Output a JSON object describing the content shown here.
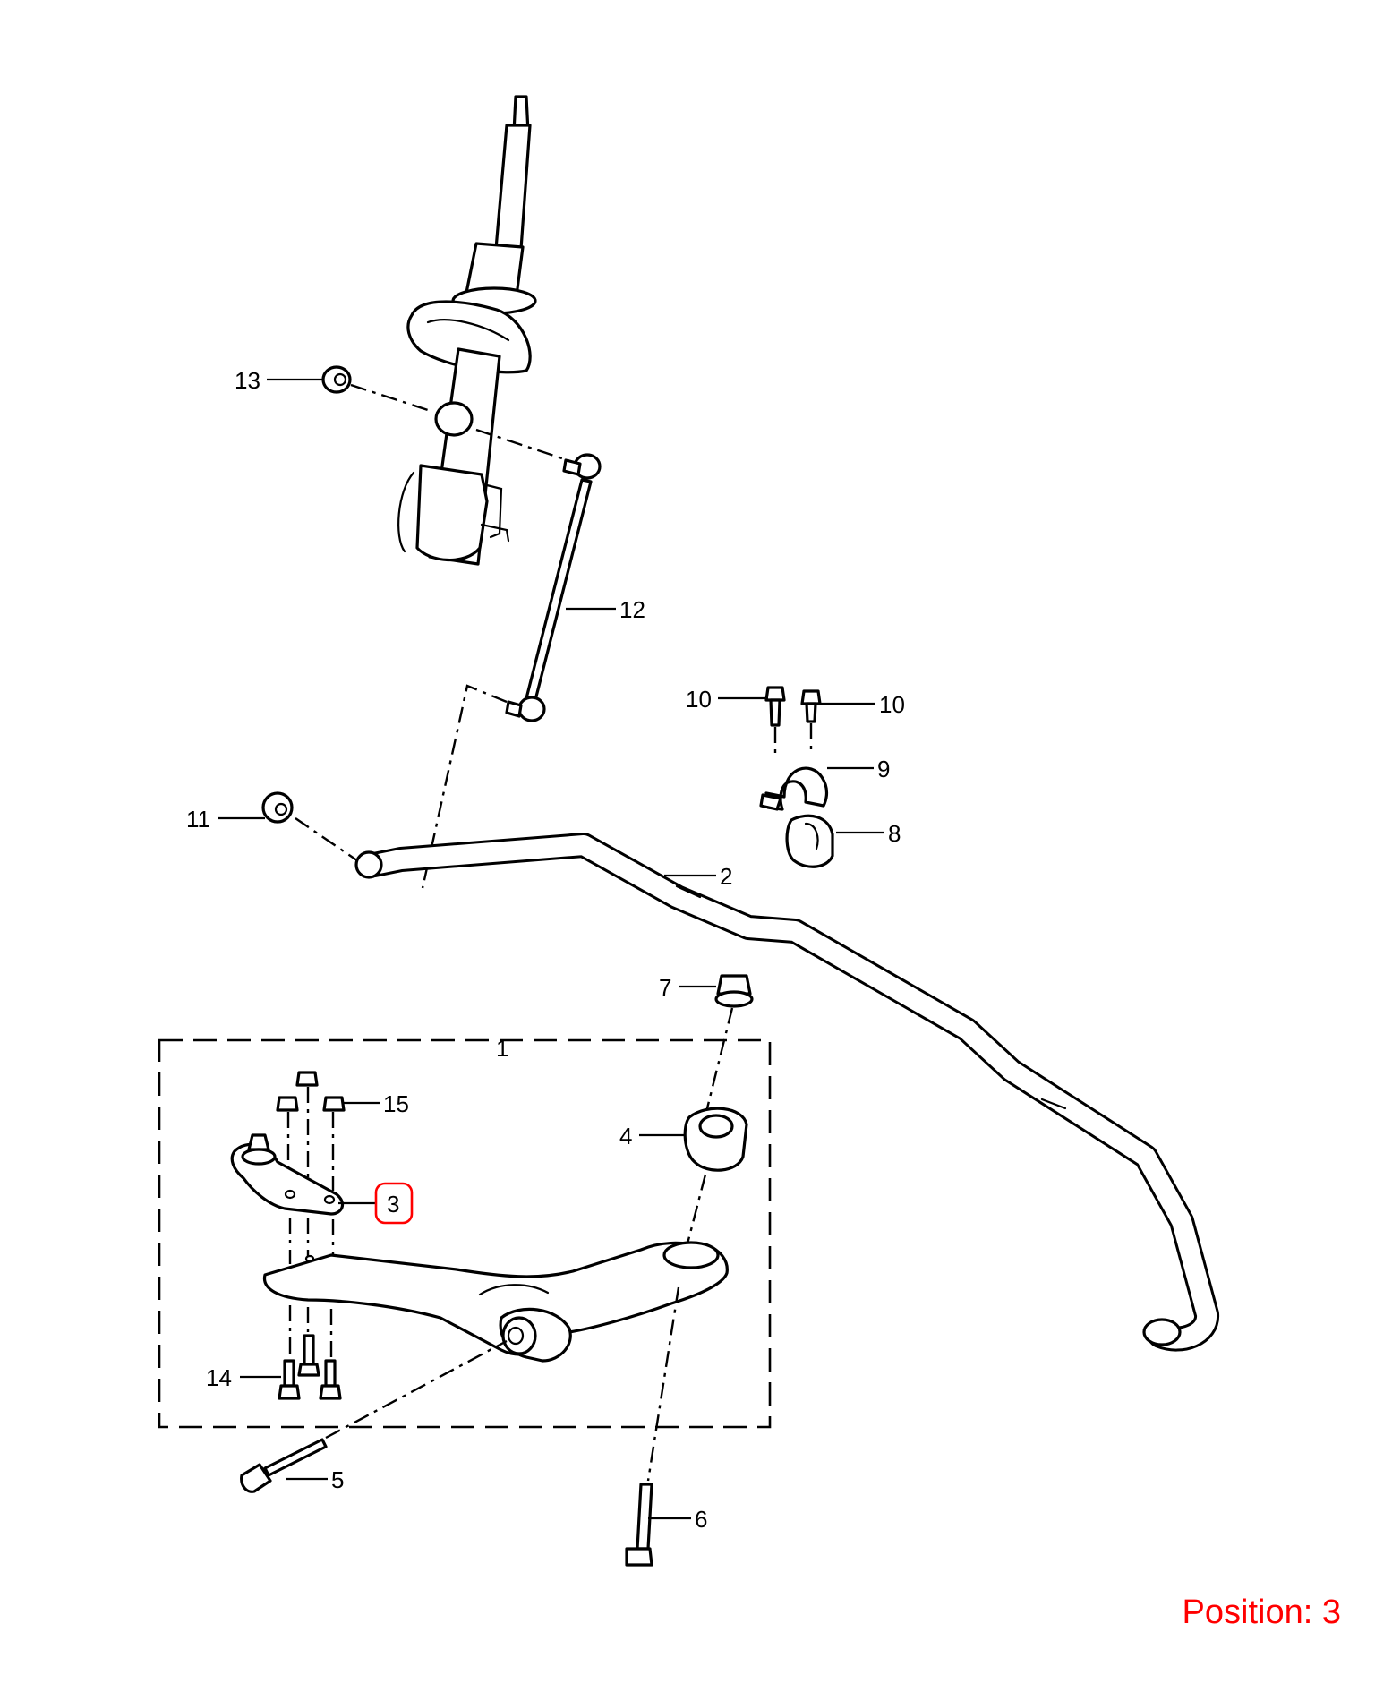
{
  "diagram": {
    "callouts": [
      {
        "id": "c13",
        "text": "13"
      },
      {
        "id": "c12",
        "text": "12"
      },
      {
        "id": "c10a",
        "text": "10"
      },
      {
        "id": "c10b",
        "text": "10"
      },
      {
        "id": "c9",
        "text": "9"
      },
      {
        "id": "c11",
        "text": "11"
      },
      {
        "id": "c8",
        "text": "8"
      },
      {
        "id": "c2",
        "text": "2"
      },
      {
        "id": "c7",
        "text": "7"
      },
      {
        "id": "c1",
        "text": "1"
      },
      {
        "id": "c15",
        "text": "15"
      },
      {
        "id": "c4",
        "text": "4"
      },
      {
        "id": "c3",
        "text": "3"
      },
      {
        "id": "c14",
        "text": "14"
      },
      {
        "id": "c5",
        "text": "5"
      },
      {
        "id": "c6",
        "text": "6"
      }
    ],
    "highlighted_callout": "3",
    "highlight_color": "#ff0000"
  },
  "position_label": "Position: 3"
}
